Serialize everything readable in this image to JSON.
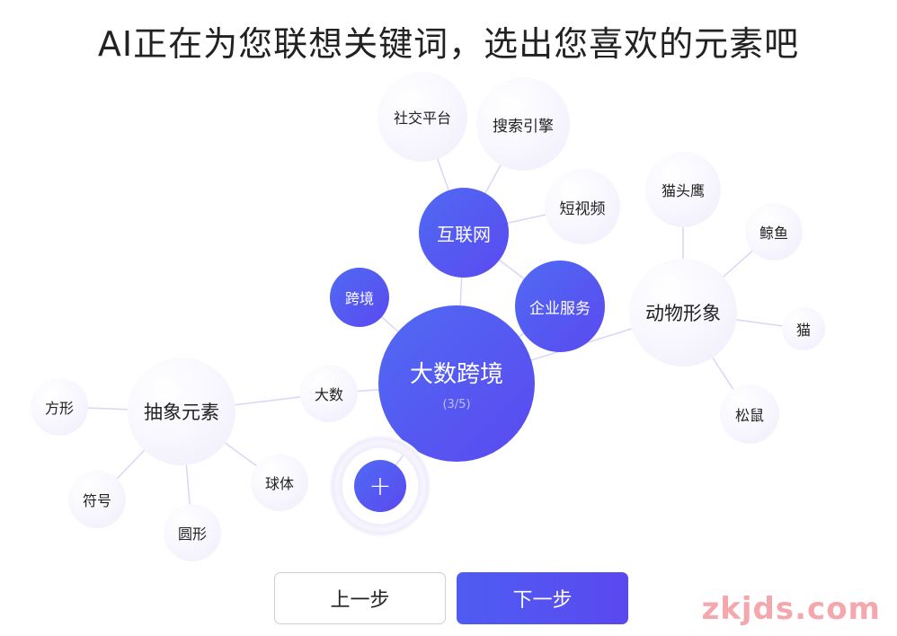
{
  "title": "AI正在为您联想关键词，选出您喜欢的元素吧",
  "center": {
    "label": "大数跨境",
    "progress": "(3/5)"
  },
  "nodes": {
    "internet": "互联网",
    "enterprise_service": "企业服务",
    "cross_border": "跨境",
    "animal_image": "动物形象",
    "abstract_elements": "抽象元素",
    "social_platform": "社交平台",
    "search_engine": "搜索引擎",
    "short_video": "短视频",
    "owl": "猫头鹰",
    "whale": "鲸鱼",
    "cat": "猫",
    "squirrel": "松鼠",
    "big_number": "大数",
    "square": "方形",
    "sphere": "球体",
    "symbol": "符号",
    "circle": "圆形"
  },
  "add_button": "+",
  "buttons": {
    "prev": "上一步",
    "next": "下一步"
  },
  "watermark": "zkjds.com",
  "colors": {
    "accent": "#5b49f0",
    "accent_light": "#4f6af3",
    "watermark": "#f4a7ad"
  }
}
